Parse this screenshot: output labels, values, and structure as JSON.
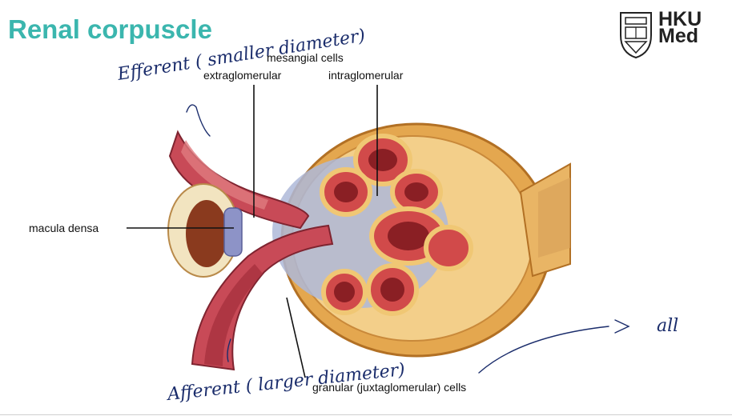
{
  "title": "Renal corpuscle",
  "logo": {
    "text_line1": "HKU",
    "text_line2": "Med"
  },
  "labels": {
    "mesangial": "mesangial cells",
    "extraglomerular": "extraglomerular",
    "intraglomerular": "intraglomerular",
    "macula_densa": "macula densa",
    "granular": "granular (juxtaglomerular) cells"
  },
  "annotations": {
    "efferent": "Efferent ( smaller diameter)",
    "afferent": "Afferent ( larger diameter)",
    "right_note": "all"
  },
  "colors": {
    "title": "#3bb6ae",
    "ink": "#1a2c6b"
  }
}
